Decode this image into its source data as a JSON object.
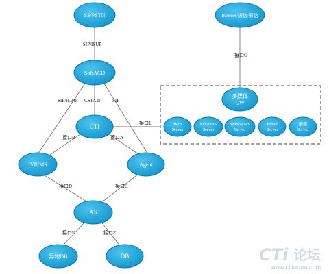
{
  "nodes": {
    "ss_pstn": "SS/PSTN",
    "softacd": "SoftACD",
    "cti": "CTI",
    "ivr_ms": "IVR/MS",
    "agent": "Agent",
    "as": "AS",
    "heterogeneous_db": "异地DB",
    "db": "DB",
    "internet": "Internet/短信/彩信",
    "multimedia_gw": [
      "多媒体",
      "GW"
    ],
    "web_server": [
      "Web",
      "Server"
    ],
    "fax_obs_server": [
      "Fax/OBS",
      "Server"
    ],
    "sms_mms_server": [
      "SMS/MMS",
      "Server"
    ],
    "email_server": [
      "Email",
      "Server"
    ],
    "recording_server": [
      "录音",
      "Server"
    ]
  },
  "edge_labels": {
    "sip_isup": "SIP/ISUP",
    "sip_h248": "SIP/H.248",
    "csta_ii": "CSTA II",
    "sip": "SIP",
    "interface_b": "接口B",
    "interface_a": "接口A",
    "interface_e": "接口E",
    "interface_g": "接口G",
    "interface_d": "接口D",
    "interface_c": "接口C",
    "interface_f_left": "接口F",
    "interface_f_right": "接口F"
  },
  "watermark": {
    "logo_text": "CTi",
    "logo_cn": "论坛",
    "url": "www.ctiforum.com"
  },
  "colors": {
    "node_fill": "#1aa1d6",
    "node_stroke": "#0b78a6",
    "edge": "#666666",
    "dashed_box": "#444444",
    "watermark": "#d2dbe6"
  }
}
